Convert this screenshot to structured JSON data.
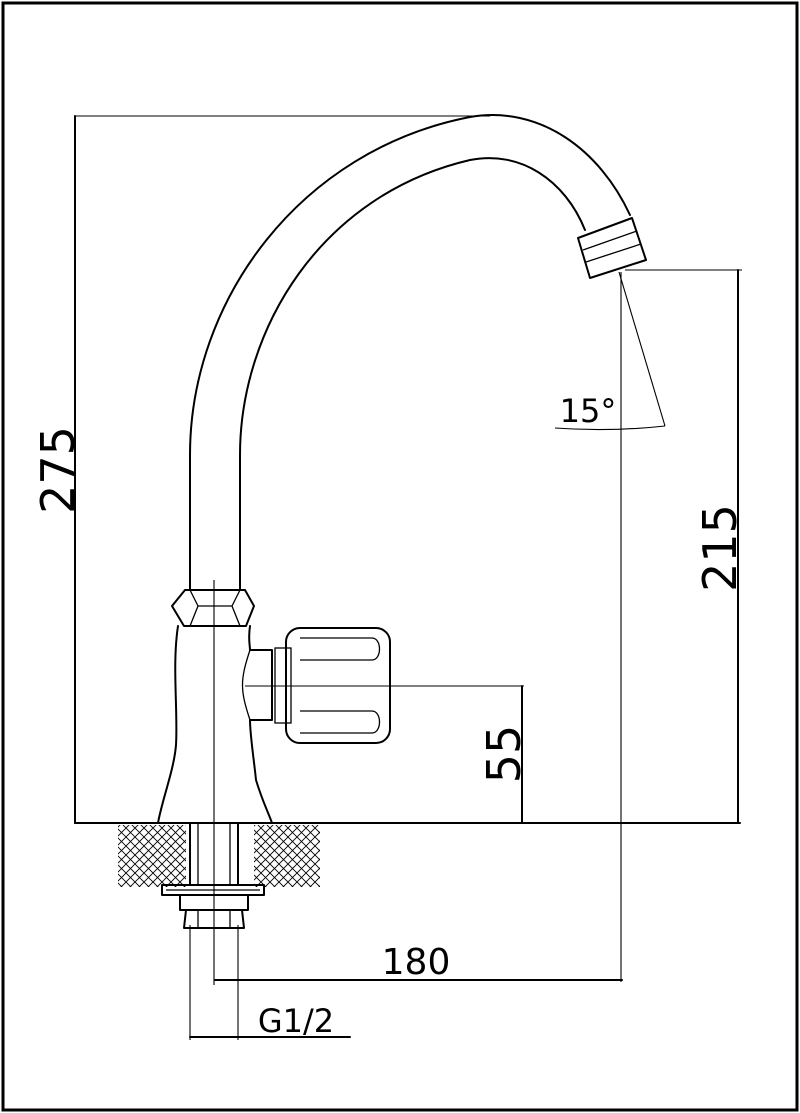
{
  "dimensions": {
    "overall_height": "275",
    "spout_height": "215",
    "handle_height": "55",
    "spout_reach": "180",
    "thread": "G1/2",
    "spout_angle": "15°"
  }
}
